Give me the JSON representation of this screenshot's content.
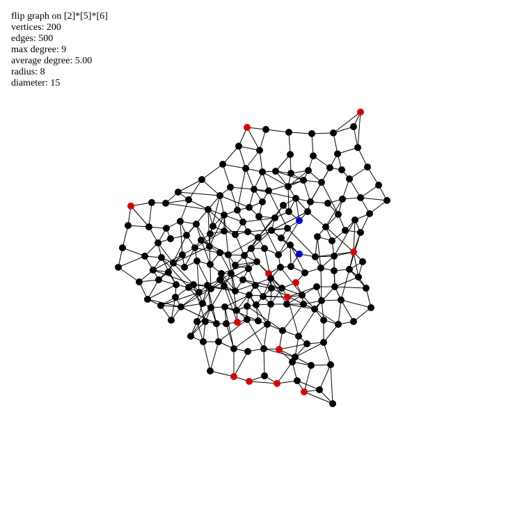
{
  "stats": {
    "title": "flip graph on [2]*[5]*[6]",
    "vertices": "vertices: 200",
    "edges": "edges: 500",
    "max_degree": "max degree: 9",
    "avg_degree": "average degree: 5.00",
    "radius": "radius: 8",
    "diameter": "diameter: 15"
  },
  "colors": {
    "vertex": "#000000",
    "boundary_vertex": "#e00000",
    "highlight_vertex": "#0000e0",
    "edge": "#000000",
    "background": "#ffffff"
  }
}
